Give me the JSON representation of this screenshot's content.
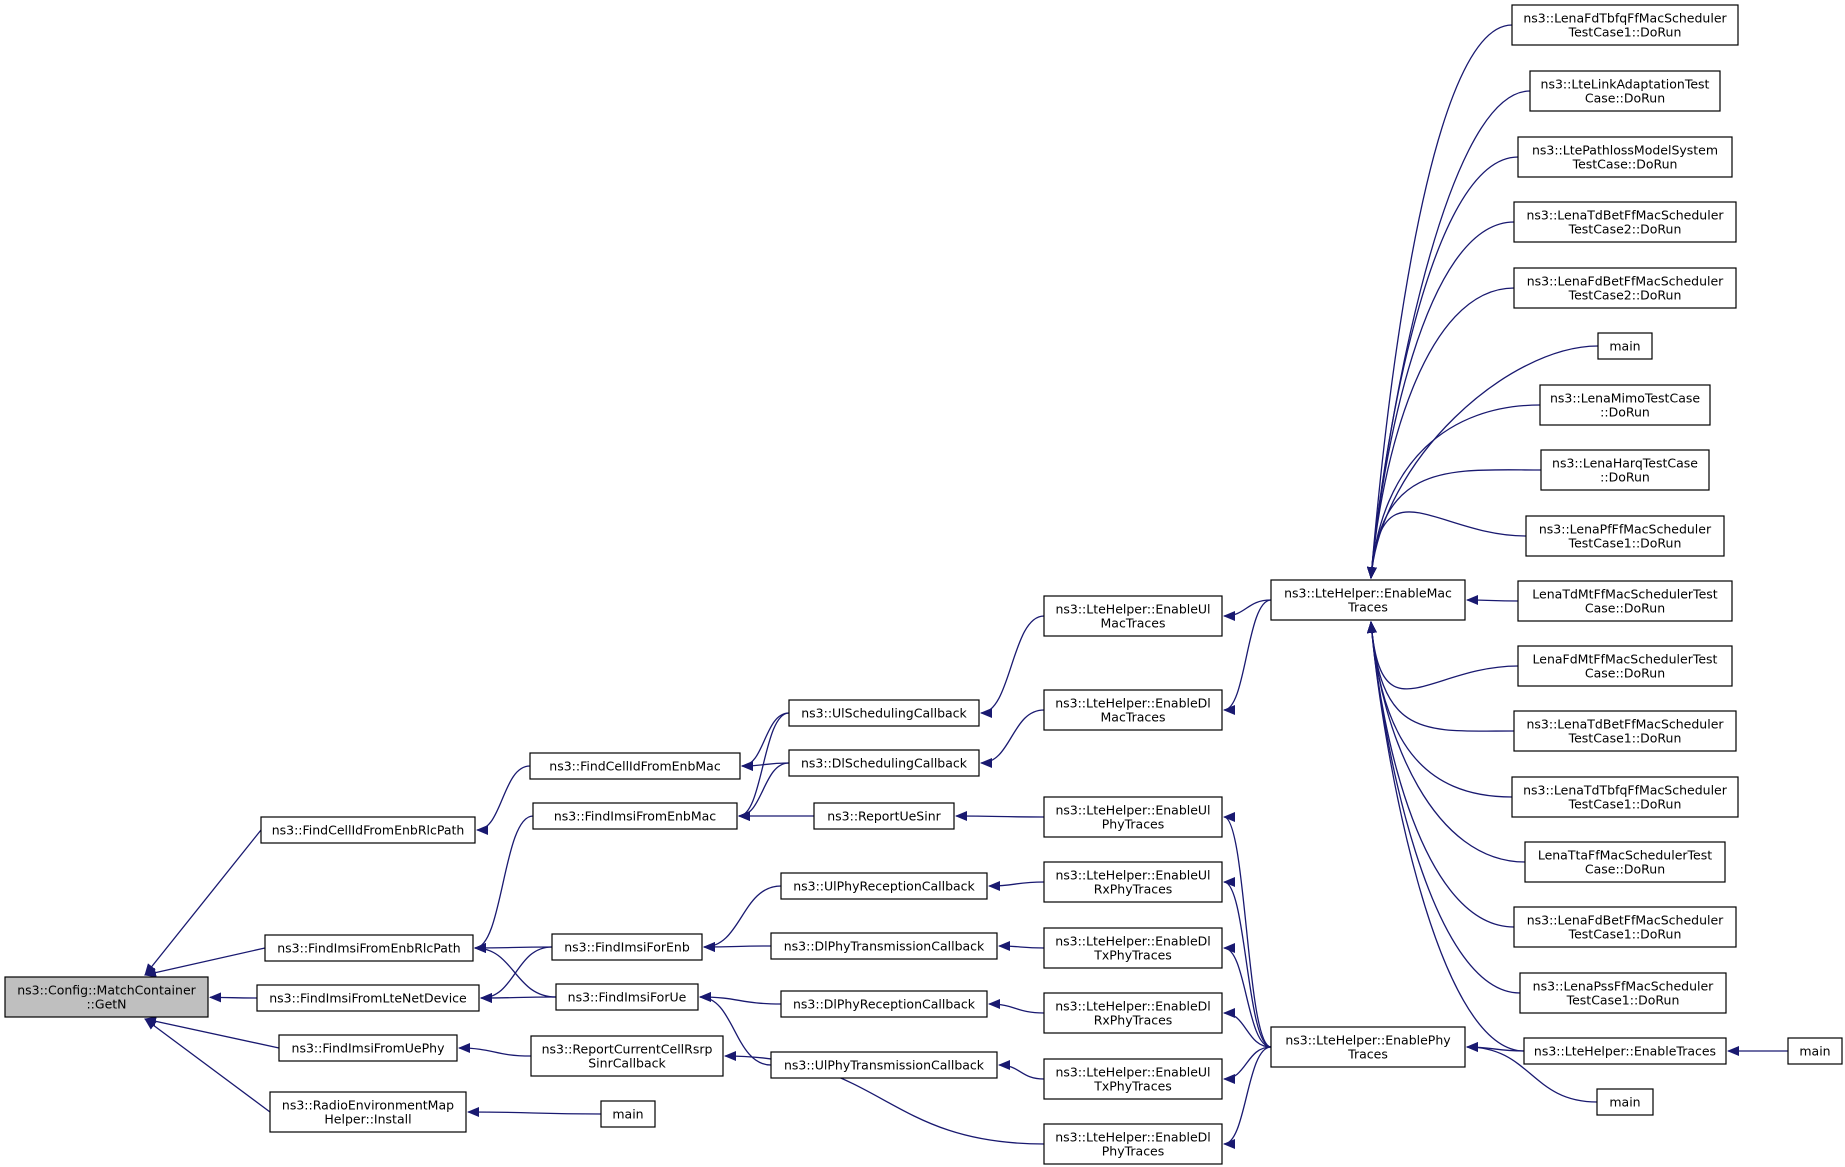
{
  "colors": {
    "edge": "#191970",
    "root_fill": "#bfbfbf",
    "node_fill": "#ffffff",
    "node_border": "#000000"
  },
  "nodes": [
    {
      "id": "getn",
      "lines": [
        "ns3::Config::MatchContainer",
        "::GetN"
      ],
      "root": true
    },
    {
      "id": "findcellrlc",
      "lines": [
        "ns3::FindCellIdFromEnbRlcPath"
      ]
    },
    {
      "id": "findimsirlc",
      "lines": [
        "ns3::FindImsiFromEnbRlcPath"
      ]
    },
    {
      "id": "findimsilte",
      "lines": [
        "ns3::FindImsiFromLteNetDevice"
      ]
    },
    {
      "id": "findimsiuephy",
      "lines": [
        "ns3::FindImsiFromUePhy"
      ]
    },
    {
      "id": "remhelper",
      "lines": [
        "ns3::RadioEnvironmentMap",
        "Helper::Install"
      ]
    },
    {
      "id": "findcellmac",
      "lines": [
        "ns3::FindCellIdFromEnbMac"
      ]
    },
    {
      "id": "findimsimac",
      "lines": [
        "ns3::FindImsiFromEnbMac"
      ]
    },
    {
      "id": "findimsienb",
      "lines": [
        "ns3::FindImsiForEnb"
      ]
    },
    {
      "id": "findimsiue",
      "lines": [
        "ns3::FindImsiForUe"
      ]
    },
    {
      "id": "reportcell",
      "lines": [
        "ns3::ReportCurrentCellRsrp",
        "SinrCallback"
      ]
    },
    {
      "id": "main_rem",
      "lines": [
        "main"
      ]
    },
    {
      "id": "ulsched",
      "lines": [
        "ns3::UlSchedulingCallback"
      ]
    },
    {
      "id": "dlsched",
      "lines": [
        "ns3::DlSchedulingCallback"
      ]
    },
    {
      "id": "reportuesinr",
      "lines": [
        "ns3::ReportUeSinr"
      ]
    },
    {
      "id": "ulphyrx",
      "lines": [
        "ns3::UlPhyReceptionCallback"
      ]
    },
    {
      "id": "dlphytx",
      "lines": [
        "ns3::DlPhyTransmissionCallback"
      ]
    },
    {
      "id": "dlphyrx",
      "lines": [
        "ns3::DlPhyReceptionCallback"
      ]
    },
    {
      "id": "ulphytx",
      "lines": [
        "ns3::UlPhyTransmissionCallback"
      ]
    },
    {
      "id": "enableulmac",
      "lines": [
        "ns3::LteHelper::EnableUl",
        "MacTraces"
      ]
    },
    {
      "id": "enabledlmac",
      "lines": [
        "ns3::LteHelper::EnableDl",
        "MacTraces"
      ]
    },
    {
      "id": "enableulphy",
      "lines": [
        "ns3::LteHelper::EnableUl",
        "PhyTraces"
      ]
    },
    {
      "id": "enableulrxphy",
      "lines": [
        "ns3::LteHelper::EnableUl",
        "RxPhyTraces"
      ]
    },
    {
      "id": "enabledltxphy",
      "lines": [
        "ns3::LteHelper::EnableDl",
        "TxPhyTraces"
      ]
    },
    {
      "id": "enabledlrxphy",
      "lines": [
        "ns3::LteHelper::EnableDl",
        "RxPhyTraces"
      ]
    },
    {
      "id": "enableultxphy",
      "lines": [
        "ns3::LteHelper::EnableUl",
        "TxPhyTraces"
      ]
    },
    {
      "id": "enabledlphy",
      "lines": [
        "ns3::LteHelper::EnableDl",
        "PhyTraces"
      ]
    },
    {
      "id": "enablemac",
      "lines": [
        "ns3::LteHelper::EnableMac",
        "Traces"
      ]
    },
    {
      "id": "enablephy",
      "lines": [
        "ns3::LteHelper::EnablePhy",
        "Traces"
      ]
    },
    {
      "id": "fdtbfq1",
      "lines": [
        "ns3::LenaFdTbfqFfMacScheduler",
        "TestCase1::DoRun"
      ]
    },
    {
      "id": "linkadapt",
      "lines": [
        "ns3::LteLinkAdaptationTest",
        "Case::DoRun"
      ]
    },
    {
      "id": "pathloss",
      "lines": [
        "ns3::LtePathlossModelSystem",
        "TestCase::DoRun"
      ]
    },
    {
      "id": "tdbet2",
      "lines": [
        "ns3::LenaTdBetFfMacScheduler",
        "TestCase2::DoRun"
      ]
    },
    {
      "id": "fdbet2",
      "lines": [
        "ns3::LenaFdBetFfMacScheduler",
        "TestCase2::DoRun"
      ]
    },
    {
      "id": "main_r1",
      "lines": [
        "main"
      ]
    },
    {
      "id": "mimo",
      "lines": [
        "ns3::LenaMimoTestCase",
        "::DoRun"
      ]
    },
    {
      "id": "harq",
      "lines": [
        "ns3::LenaHarqTestCase",
        "::DoRun"
      ]
    },
    {
      "id": "pf1",
      "lines": [
        "ns3::LenaPfFfMacScheduler",
        "TestCase1::DoRun"
      ]
    },
    {
      "id": "tdmt",
      "lines": [
        "LenaTdMtFfMacSchedulerTest",
        "Case::DoRun"
      ]
    },
    {
      "id": "fdmt",
      "lines": [
        "LenaFdMtFfMacSchedulerTest",
        "Case::DoRun"
      ]
    },
    {
      "id": "tdbet1",
      "lines": [
        "ns3::LenaTdBetFfMacScheduler",
        "TestCase1::DoRun"
      ]
    },
    {
      "id": "tdtbfq1",
      "lines": [
        "ns3::LenaTdTbfqFfMacScheduler",
        "TestCase1::DoRun"
      ]
    },
    {
      "id": "tta",
      "lines": [
        "LenaTtaFfMacSchedulerTest",
        "Case::DoRun"
      ]
    },
    {
      "id": "fdbet1",
      "lines": [
        "ns3::LenaFdBetFfMacScheduler",
        "TestCase1::DoRun"
      ]
    },
    {
      "id": "pss1",
      "lines": [
        "ns3::LenaPssFfMacScheduler",
        "TestCase1::DoRun"
      ]
    },
    {
      "id": "enabletraces",
      "lines": [
        "ns3::LteHelper::EnableTraces"
      ]
    },
    {
      "id": "main_r2",
      "lines": [
        "main"
      ]
    },
    {
      "id": "main_far",
      "lines": [
        "main"
      ]
    }
  ]
}
